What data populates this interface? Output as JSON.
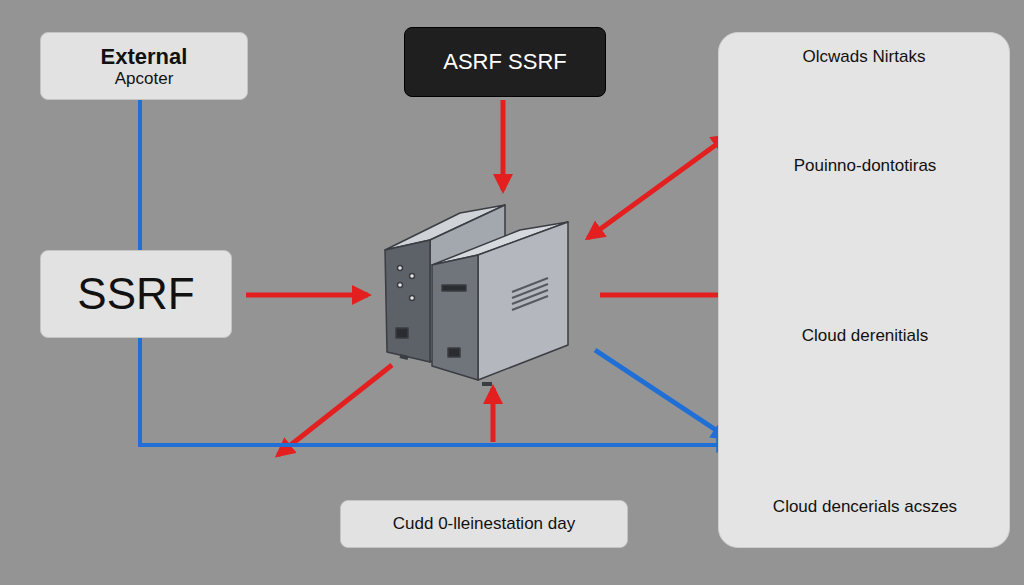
{
  "diagram": {
    "nodes": [
      {
        "text": [
          "External",
          "Apcoter"
        ]
      },
      {
        "text": [
          "ASRF SSRF"
        ]
      },
      {
        "text": [
          "SSRF"
        ]
      },
      {
        "text": [
          "Olcwads Nirtaks"
        ]
      },
      {
        "text": [
          "Pouinno-dontotiras"
        ],
        "in": 3
      },
      {
        "text": [
          "Cloud derenitials"
        ],
        "in": 3
      },
      {
        "text": [
          "Cloud dencerials acszes"
        ],
        "in": 3
      },
      {
        "text": [
          "Cudd 0-lleinestation day"
        ]
      }
    ],
    "edges": [
      {
        "from": 0,
        "to": 6,
        "arrow": "to"
      }
    ]
  }
}
